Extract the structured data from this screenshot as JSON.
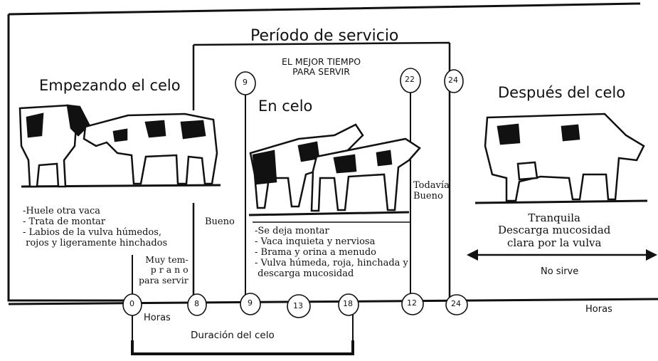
{
  "title": "Período de servicio",
  "best_time": "EL MEJOR TIEMPO\nPARA SERVIR",
  "stages": {
    "starting": {
      "heading": "Empezando el celo",
      "signs": "-Huele otra vaca\n- Trata de montar\n- Labios de la vulva húmedos,\n rojos y ligeramente hinchados"
    },
    "in_heat": {
      "heading": "En celo",
      "signs": "-Se deja montar\n- Vaca inquieta y nerviosa\n- Brama y orina a menudo\n- Vulva húmeda, roja, hinchada y\n descarga mucosidad"
    },
    "after": {
      "heading": "Después del celo",
      "signs": "Tranquila\nDescarga mucosidad\nclara por la vulva"
    }
  },
  "ratings": {
    "too_early": "Muy tem-\np r a n o\npara servir",
    "good": "Bueno",
    "still_good": "Todavía\nBueno",
    "not_useful": "No sirve"
  },
  "axis": {
    "hours_left": "Horas",
    "hours_right": "Horas",
    "duration": "Duración del celo",
    "ticks": [
      "0",
      "8",
      "9",
      "13",
      "18",
      "12",
      "24"
    ],
    "top_markers": [
      "9",
      "22",
      "24"
    ]
  }
}
